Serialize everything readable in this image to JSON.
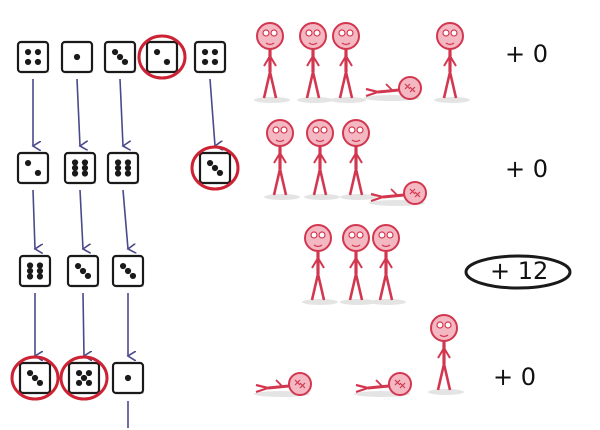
{
  "colors": {
    "ink": "#1a1a1a",
    "arrow": "#4a4a8a",
    "figure": "#d2374f",
    "figure_fill": "#f4b8c3",
    "circle": "#cc2233",
    "shadow": "#e4e4e4"
  },
  "rows": [
    {
      "dice": [
        4,
        1,
        3,
        2,
        4
      ],
      "circled": [
        3
      ],
      "figures": [
        "standing",
        "standing",
        "standing",
        "fallen",
        "standing"
      ],
      "score": "+ 0",
      "score_circled": false
    },
    {
      "dice": [
        2,
        6,
        6,
        3
      ],
      "circled": [
        3
      ],
      "figures": [
        "standing",
        "standing",
        "standing",
        "fallen"
      ],
      "score": "+ 0",
      "score_circled": false
    },
    {
      "dice": [
        6,
        3,
        3
      ],
      "circled": [],
      "figures": [
        "standing",
        "standing",
        "standing"
      ],
      "score": "+ 12",
      "score_circled": true
    },
    {
      "dice": [
        3,
        5,
        1
      ],
      "circled": [
        0,
        1
      ],
      "figures": [
        "fallen",
        "fallen",
        "standing"
      ],
      "score": "+ 0",
      "score_circled": false
    }
  ]
}
